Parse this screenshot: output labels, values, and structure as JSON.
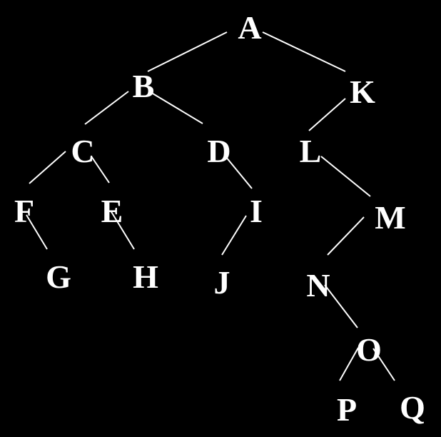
{
  "colors": {
    "background": "#000000",
    "foreground": "#ffffff"
  },
  "tree": {
    "nodes": [
      {
        "id": "A",
        "label": "A"
      },
      {
        "id": "B",
        "label": "B"
      },
      {
        "id": "K",
        "label": "K"
      },
      {
        "id": "C",
        "label": "C"
      },
      {
        "id": "D",
        "label": "D"
      },
      {
        "id": "L",
        "label": "L"
      },
      {
        "id": "F",
        "label": "F"
      },
      {
        "id": "E",
        "label": "E"
      },
      {
        "id": "I",
        "label": "I"
      },
      {
        "id": "M",
        "label": "M"
      },
      {
        "id": "G",
        "label": "G"
      },
      {
        "id": "H",
        "label": "H"
      },
      {
        "id": "J",
        "label": "J"
      },
      {
        "id": "N",
        "label": "N"
      },
      {
        "id": "O",
        "label": "O"
      },
      {
        "id": "P",
        "label": "P"
      },
      {
        "id": "Q",
        "label": "Q"
      }
    ],
    "edges": [
      {
        "from": "A",
        "to": "B"
      },
      {
        "from": "A",
        "to": "K"
      },
      {
        "from": "B",
        "to": "C"
      },
      {
        "from": "B",
        "to": "D"
      },
      {
        "from": "K",
        "to": "L"
      },
      {
        "from": "C",
        "to": "F"
      },
      {
        "from": "C",
        "to": "E"
      },
      {
        "from": "D",
        "to": "I"
      },
      {
        "from": "L",
        "to": "M"
      },
      {
        "from": "F",
        "to": "G"
      },
      {
        "from": "E",
        "to": "H"
      },
      {
        "from": "I",
        "to": "J"
      },
      {
        "from": "M",
        "to": "N"
      },
      {
        "from": "N",
        "to": "O"
      },
      {
        "from": "O",
        "to": "P"
      },
      {
        "from": "O",
        "to": "Q"
      }
    ]
  }
}
